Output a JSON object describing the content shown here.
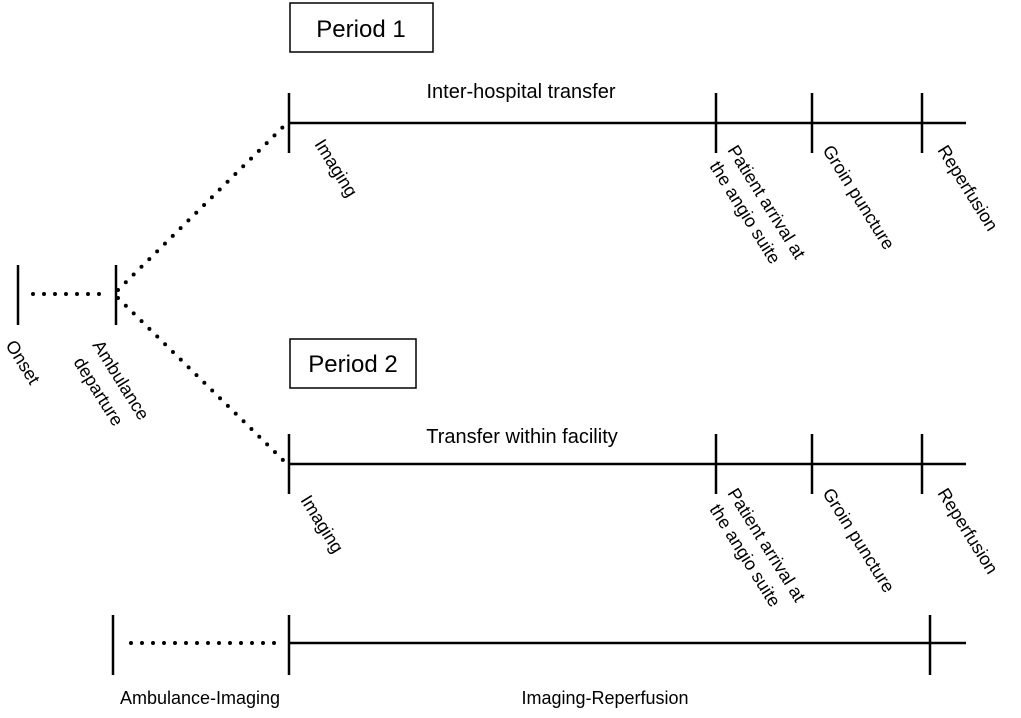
{
  "pre_hospital": {
    "onset_label": "Onset",
    "ambulance_label_line1": "Ambulance",
    "ambulance_label_line2": "departure"
  },
  "period1": {
    "box_label": "Period 1",
    "segment_label": "Inter-hospital transfer",
    "milestones": [
      "Imaging",
      "Patient arrival at",
      "the angio suite",
      "Groin puncture",
      "Reperfusion"
    ]
  },
  "period2": {
    "box_label": "Period 2",
    "segment_label": "Transfer within facility",
    "milestones": [
      "Imaging",
      "Patient arrival at",
      "the angio suite",
      "Groin puncture",
      "Reperfusion"
    ]
  },
  "intervals": {
    "ambulance_imaging": "Ambulance-Imaging",
    "imaging_reperfusion": "Imaging-Reperfusion"
  }
}
